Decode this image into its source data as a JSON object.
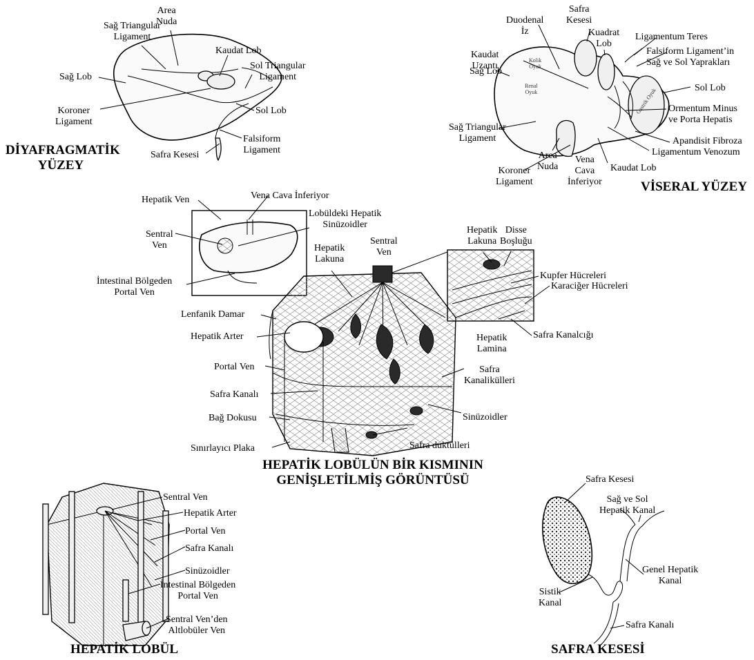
{
  "sections": {
    "diaphragmatic": {
      "title_lines": [
        "DİYAFRAGMATİK",
        "YÜZEY"
      ],
      "labels": {
        "area_nuda": [
          "Area",
          "Nuda"
        ],
        "right_triangular": [
          "Sağ Triangular",
          "Ligament"
        ],
        "caudate_lobe": "Kaudat Lob",
        "left_triangular": [
          "Sol Triangular",
          "Ligament"
        ],
        "right_lobe": "Sağ Lob",
        "coronary": [
          "Koroner",
          "Ligament"
        ],
        "left_lobe": "Sol Lob",
        "falciform": [
          "Falsiform",
          "Ligament"
        ],
        "gallbladder": "Safra Kesesi"
      }
    },
    "visceral": {
      "title": "VİSERAL YÜZEY",
      "labels": {
        "duodenal": [
          "Duodenal",
          "İz"
        ],
        "gallbladder": [
          "Safra",
          "Kesesi"
        ],
        "quadrate": [
          "Kuadrat",
          "Lob"
        ],
        "teres": "Ligamentum Teres",
        "falciform_leaves": [
          "Falsiform Ligament’in",
          "Sağ ve Sol Yaprakları"
        ],
        "caudate_process": [
          "Kaudat",
          "Uzantı"
        ],
        "right_lobe": "Sağ Lob",
        "left_lobe": "Sol Lob",
        "omentum": [
          "Ormentum Minus",
          "ve Porta Hepatis"
        ],
        "right_triangular": [
          "Sağ Triangular",
          "Ligament"
        ],
        "appendix_fibrosa": "Apandisit Fibroza",
        "venosum": "Ligamentum Venozum",
        "area_nuda": [
          "Area",
          "Nuda"
        ],
        "vena_cava": [
          "Vena",
          "Cava",
          "İnferiyor"
        ],
        "coronary": [
          "Koroner",
          "Ligament"
        ],
        "caudate_lobe": "Kaudat Lob",
        "colic": [
          "Kolik",
          "Oyuk"
        ],
        "renal": [
          "Renal",
          "Oyuk"
        ],
        "gastric": "Gastrik Oyuk"
      }
    },
    "lobule_section": {
      "title_lines": [
        "HEPATİK LOBÜLÜN BİR KISMININ",
        "GENİŞLETİLMİŞ GÖRÜNTÜSÜ"
      ],
      "labels": {
        "hepatic_vein": "Hepatik Ven",
        "vena_cava": "Vena Cava İnferiyor",
        "sinusoids_in_lobule": [
          "Lobüldeki Hepatik",
          "Sinüzoidler"
        ],
        "central_vein_inset": [
          "Sentral",
          "Ven"
        ],
        "intestinal_portal": [
          "İntestinal Bölgeden",
          "Portal Ven"
        ],
        "hepatic_lacuna_left": [
          "Hepatik",
          "Lakuna"
        ],
        "central_vein": [
          "Sentral",
          "Ven"
        ],
        "hepatic_lacuna_right": [
          "Hepatik",
          "Lakuna"
        ],
        "disse": [
          "Disse",
          "Boşluğu"
        ],
        "kupffer": "Kupfer Hücreleri",
        "hepatocytes": "Karaciğer Hücreleri",
        "lymph": "Lenfanik Damar",
        "hepatic_artery": "Hepatik Arter",
        "hepatic_lamina": [
          "Hepatik",
          "Lamina"
        ],
        "bile_canaliculus": "Safra Kanalcığı",
        "portal_vein": "Portal Ven",
        "bile_canaliculi": [
          "Safra",
          "Kanalikülleri"
        ],
        "bile_duct": "Safra Kanalı",
        "connective": "Bağ Dokusu",
        "sinusoids": "Sinüzoidler",
        "limiting_plate": "Sınırlayıcı Plaka",
        "ductules": "Safra duktülleri"
      }
    },
    "hepatic_lobule": {
      "title": "HEPATİK LOBÜL",
      "labels": {
        "central_vein": "Sentral Ven",
        "hepatic_artery": "Hepatik Arter",
        "portal_vein": "Portal Ven",
        "bile_duct": "Safra Kanalı",
        "sinusoids": "Sinüzoidler",
        "intestinal_portal": [
          "İntestinal Bölgeden",
          "Portal Ven"
        ],
        "sublobular": [
          "Sentral Ven’den",
          "Altlobüler Ven"
        ]
      }
    },
    "gallbladder": {
      "title": "SAFRA KESESİ",
      "labels": {
        "gallbladder": "Safra Kesesi",
        "hepatic_ducts": [
          "Sağ ve Sol",
          "Hepatik Kanal"
        ],
        "common_hepatic": [
          "Genel Hepatik",
          "Kanal"
        ],
        "cystic": [
          "Sistik",
          "Kanal"
        ],
        "bile_duct": "Safra Kanalı"
      }
    }
  }
}
